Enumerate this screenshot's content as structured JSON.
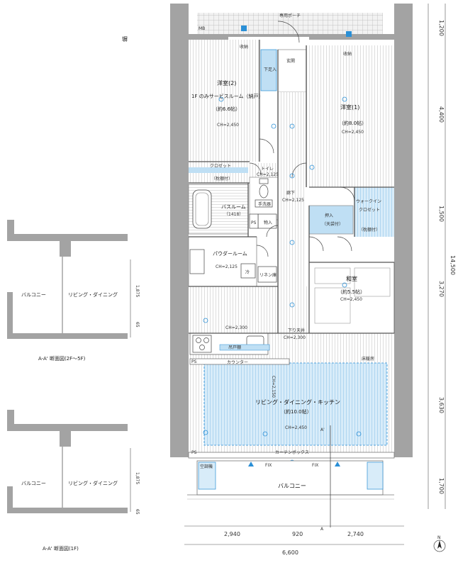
{
  "plan": {
    "north_mark": "N",
    "outside_label": "塀",
    "porch_label": "専用ポーチ",
    "meter_label": "MB",
    "genkan": "玄関",
    "shoe_box": "下足入",
    "storage_label": "收納",
    "corridor": "廊下",
    "corridor_ch": "CH=2,125",
    "room2_title": "洋室(2)",
    "room2_line2": "1F のみサービスルーム（納戸）",
    "room2_size": "（約6.6帖）",
    "room2_ch": "CH=2,450",
    "room1_title": "洋室(1)",
    "room1_size": "（約8.0帖）",
    "room1_ch": "CH=2,450",
    "closet": "クロゼット",
    "closet_sub": "（枕棚付）",
    "toilet": "トイレ",
    "toilet_ch": "CH=2,125",
    "hand_wash": "手洗器",
    "bath_title": "バスルーム",
    "bath_size": "（1418）",
    "ps": "PS",
    "bath_storage": "物入",
    "walk_in_title": "ウォークイン",
    "walk_in_sub": "クロゼット",
    "walk_in_shelf": "（枕棚付）",
    "oshiire_title": "押入",
    "oshiire_sub": "（天袋付）",
    "powder_title": "パウダールーム",
    "powder_ch": "CH=2,125",
    "linen": "リネン庫",
    "washroom_mark": "冷",
    "washoku_title": "和室",
    "washoku_size": "（約5.5帖）",
    "washoku_ch": "CH=2,450",
    "kitchen_ch": "CH=2,300",
    "sagari": "下り天井",
    "sagari_ch": "CH=2,300",
    "cupboard": "吊戸棚",
    "counter": "カウンター",
    "floor_heating": "床暖房",
    "ldk_title": "リビング・ダイニング・キッチン",
    "ldk_size": "（約10.0帖）",
    "ldk_ch": "CH=2,450",
    "ldk_ch2": "CH=2,150",
    "section_mark_a_prime": "A'",
    "section_mark_a": "A",
    "curtain_box": "カーテンボックス",
    "fix1": "FIX",
    "fix2": "FIX",
    "aircon": "空調機",
    "balcony": "バルコニー"
  },
  "dims": {
    "right": [
      "1,200",
      "4,400",
      "1,500",
      "3,270",
      "3,630",
      "1,700"
    ],
    "right_total": "14,500",
    "bottom": [
      "2,940",
      "920",
      "2,740"
    ],
    "bottom_total": "6,600"
  },
  "sections": [
    {
      "caption": "A-A' 断面図(2F～5F)",
      "balcony": "バルコニー",
      "living": "リビング・ダイニング",
      "height": "1,875",
      "base": "65"
    },
    {
      "caption": "A-A' 断面図(1F)",
      "balcony": "バルコニー",
      "living": "リビング・ダイニング",
      "height": "1,875",
      "base": "65"
    }
  ],
  "colors": {
    "wall": "#9a9a9a",
    "floor_line": "#c9c9c9",
    "blue": "#2a8fd6",
    "blue_fill": "#d8ecf9",
    "blue_light": "#bfdff4"
  }
}
